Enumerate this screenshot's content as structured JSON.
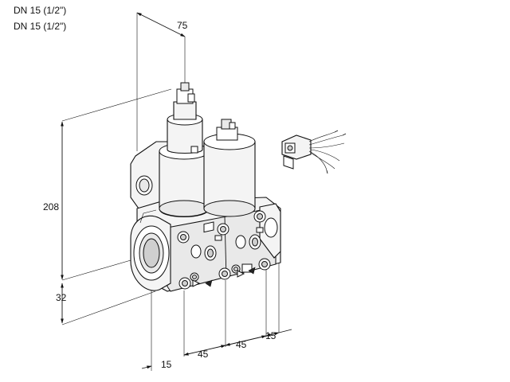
{
  "header": {
    "line1": "DN 15 (1/2\")",
    "line2": "DN 15 (1/2\")"
  },
  "dimensions": {
    "top_width": "75",
    "height": "208",
    "base_height": "32",
    "bottom_offset_left": "15",
    "spacing_a": "45",
    "spacing_b": "45",
    "bottom_offset_right": "15"
  }
}
